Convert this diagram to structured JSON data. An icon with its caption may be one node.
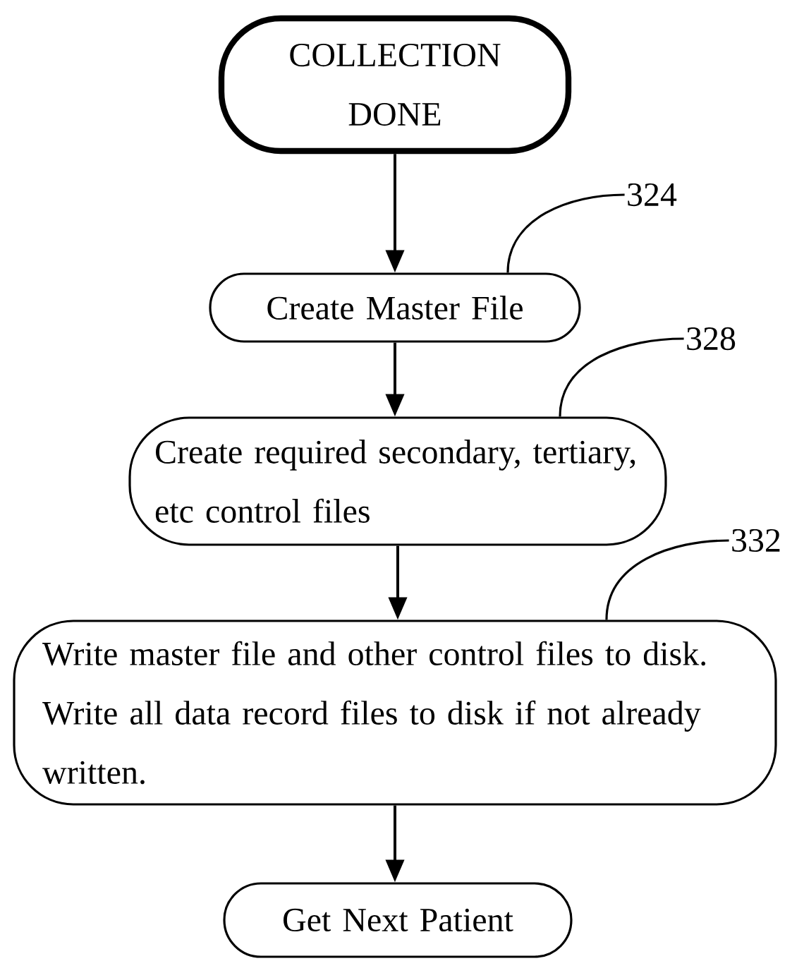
{
  "diagram": {
    "nodes": [
      {
        "text": [
          "COLLECTION DONE"
        ]
      },
      {
        "text": [
          "Create Master File"
        ]
      },
      {
        "text": [
          "Create required secondary, tertiary, etc control files"
        ]
      },
      {
        "text": [
          "Write master file and other control files to disk. Write all data record files to disk if not already written."
        ]
      },
      {
        "text": [
          "Get Next Patient"
        ]
      },
      {
        "text": [
          "324"
        ]
      },
      {
        "text": [
          "328"
        ]
      },
      {
        "text": [
          "332"
        ]
      }
    ],
    "edges": [
      {
        "from": 0,
        "to": 1,
        "arrow": "to"
      },
      {
        "from": 1,
        "to": 2,
        "arrow": "to"
      },
      {
        "from": 2,
        "to": 3,
        "arrow": "to"
      },
      {
        "from": 3,
        "to": 4,
        "arrow": "to"
      },
      {
        "from": 5,
        "to": 1,
        "arrow": "none"
      },
      {
        "from": 6,
        "to": 2,
        "arrow": "none"
      },
      {
        "from": 7,
        "to": 3,
        "arrow": "none"
      }
    ]
  }
}
